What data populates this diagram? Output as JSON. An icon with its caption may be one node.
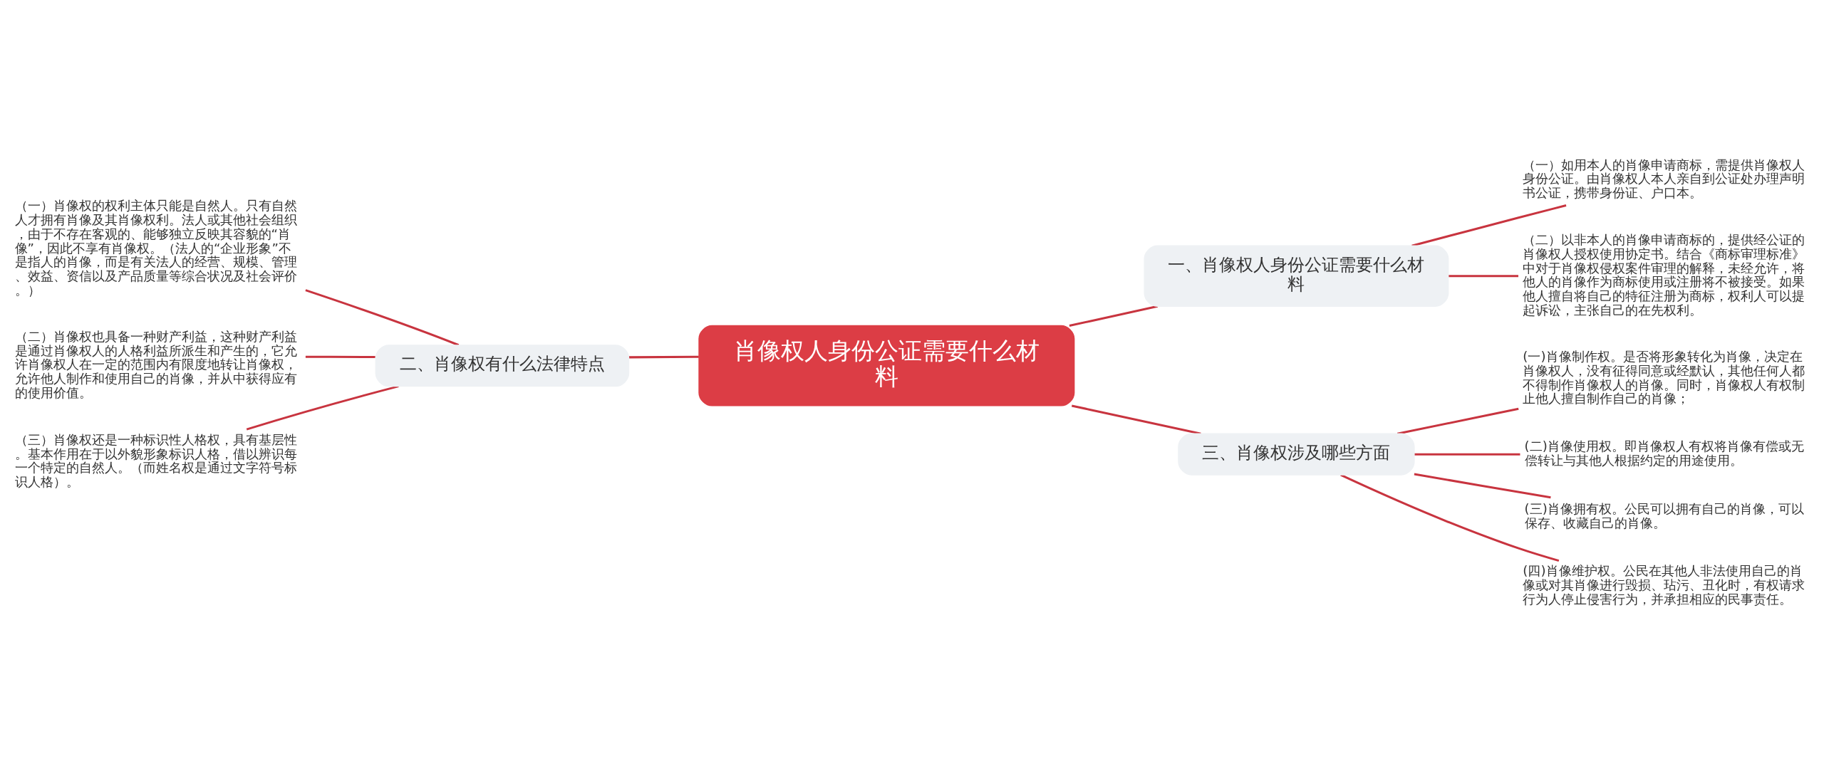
{
  "diagram": {
    "nodes": [
      {
        "text": [
          "肖像权人身份公证需要什么材料"
        ]
      },
      {
        "text": [
          "一、肖像权人身份公证需要什么材料"
        ]
      },
      {
        "text": [
          "（一）如用本人的肖像申请商标，需提供肖像权人身份公证。由肖像权人本人亲自到公证处办理声明书公证，携带身份证、户口本。"
        ]
      },
      {
        "text": [
          "（二）以非本人的肖像申请商标的，提供经公证的肖像权人授权使用协定书。结合《商标审理标准》中对于肖像权侵权案件审理的解释，未经允许，将他人的肖像作为商标使用或注册将不被接受。如果他人擅自将自己的特征注册为商标，权利人可以提起诉讼，主张自己的在先权利。"
        ]
      },
      {
        "text": [
          "二、肖像权有什么法律特点"
        ]
      },
      {
        "text": [
          "（一）肖像权的权利主体只能是自然人。只有自然人才拥有肖像及其肖像权利。法人或其他社会组织，由于不存在客观的、能够独立反映其容貌的“肖像”，因此不享有肖像权。（法人的“企业形象”不是指人的肖像，而是有关法人的经营、规模、管理、效益、资信以及产品质量等综合状况及社会评价。）"
        ]
      },
      {
        "text": [
          "（二）肖像权也具备一种财产利益，这种财产利益是通过肖像权人的人格利益所派生和产生的，它允许肖像权人在一定的范围内有限度地转让肖像权，允许他人制作和使用自己的肖像，并从中获得应有的使用价值。"
        ]
      },
      {
        "text": [
          "（三）肖像权还是一种标识性人格权，具有基层性。基本作用在于以外貌形象标识人格，借以辨识每一个特定的自然人。（而姓名权是通过文字符号标识人格）。"
        ]
      },
      {
        "text": [
          "三、肖像权涉及哪些方面"
        ]
      },
      {
        "text": [
          "(一)肖像制作权。是否将形象转化为肖像，决定在肖像权人，没有征得同意或经默认，其他任何人都不得制作肖像权人的肖像。同时，肖像权人有权制止他人擅自制作自己的肖像；"
        ]
      },
      {
        "text": [
          "(二)肖像使用权。即肖像权人有权将肖像有偿或无偿转让与其他人根据约定的用途使用。"
        ]
      },
      {
        "text": [
          "(三)肖像拥有权。公民可以拥有自己的肖像，可以保存、收藏自己的肖像。"
        ]
      },
      {
        "text": [
          "(四)肖像维护权。公民在其他人非法使用自己的肖像或对其肖像进行毁损、玷污、丑化时，有权请求行为人停止侵害行为，并承担相应的民事责任。"
        ]
      }
    ],
    "edges": [
      {
        "from": 0,
        "to": 1,
        "arrow": "none"
      },
      {
        "from": 1,
        "to": 2,
        "arrow": "none"
      },
      {
        "from": 1,
        "to": 3,
        "arrow": "none"
      },
      {
        "from": 0,
        "to": 4,
        "arrow": "none"
      },
      {
        "from": 4,
        "to": 5,
        "arrow": "none"
      },
      {
        "from": 4,
        "to": 6,
        "arrow": "none"
      },
      {
        "from": 4,
        "to": 7,
        "arrow": "none"
      },
      {
        "from": 0,
        "to": 8,
        "arrow": "none"
      },
      {
        "from": 8,
        "to": 9,
        "arrow": "none"
      },
      {
        "from": 8,
        "to": 10,
        "arrow": "none"
      },
      {
        "from": 8,
        "to": 11,
        "arrow": "none"
      },
      {
        "from": 8,
        "to": 12,
        "arrow": "none"
      }
    ]
  }
}
